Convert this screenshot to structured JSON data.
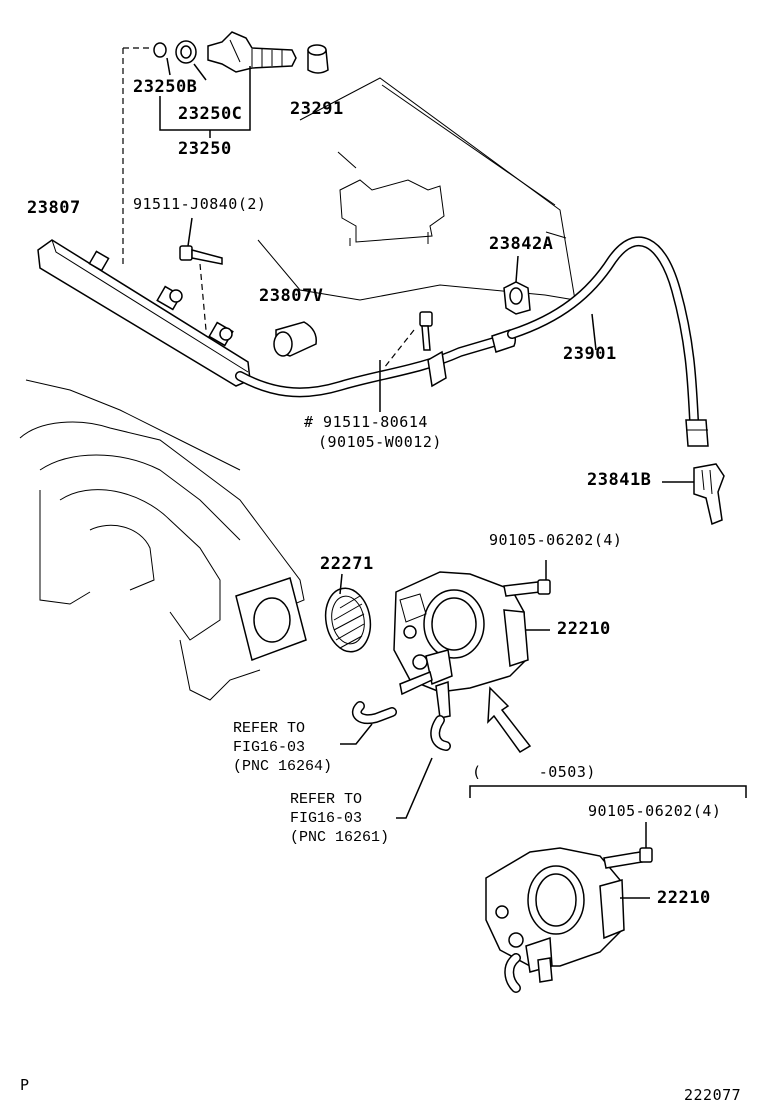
{
  "parts": {
    "p23250B": "23250B",
    "p23250C": "23250C",
    "p23250": "23250",
    "p23291": "23291",
    "p23807": "23807",
    "p91511J0840": "91511-J0840(2)",
    "p23842A": "23842A",
    "p23807V": "23807V",
    "p23901": "23901",
    "p9151180614": "# 91511-80614",
    "p90105W0012": "(90105-W0012)",
    "p23841B": "23841B",
    "p9010506202_top": "90105-06202(4)",
    "p22271": "22271",
    "p22210_top": "22210",
    "p9010506202_bottom": "90105-06202(4)",
    "p22210_bottom": "22210"
  },
  "references": {
    "ref1_line1": "REFER TO",
    "ref1_line2": "FIG16-03",
    "ref1_line3": "(PNC 16264)",
    "ref2_line1": "REFER TO",
    "ref2_line2": "FIG16-03",
    "ref2_line3": "(PNC 16261)"
  },
  "date_range": "(      -0503)",
  "corner_mark": "P",
  "figure_code": "222077"
}
